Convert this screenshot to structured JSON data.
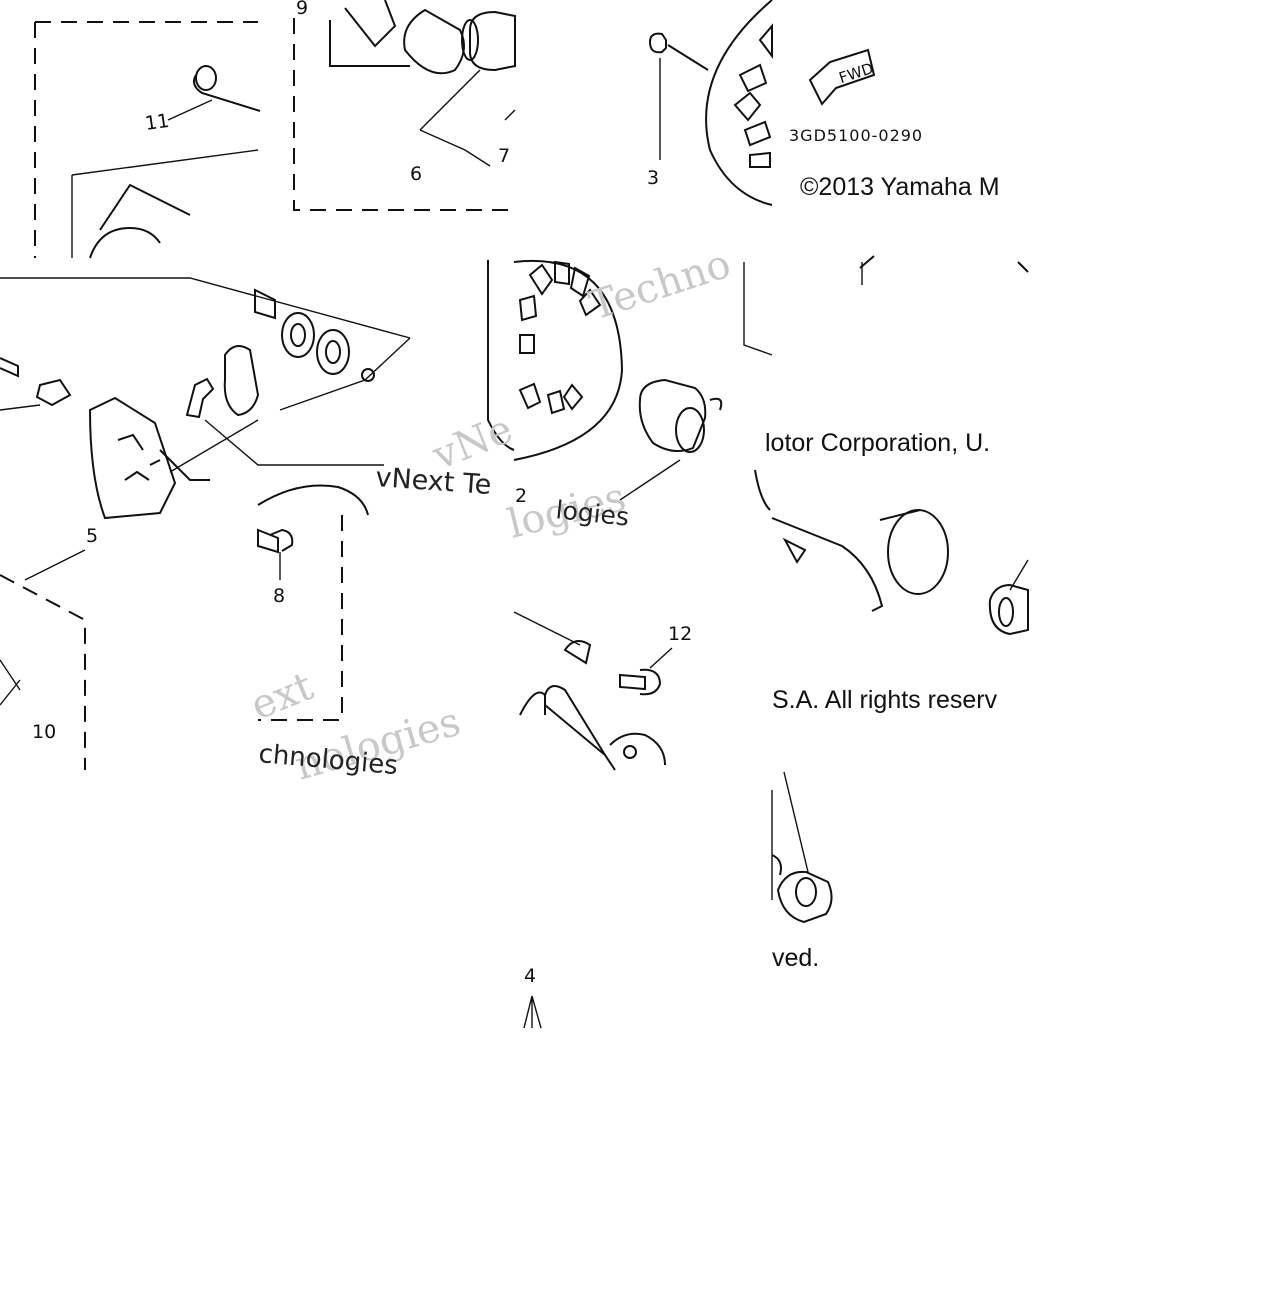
{
  "diagram": {
    "callouts": {
      "c2": "2",
      "c3": "3",
      "c4": "4",
      "c5": "5",
      "c6": "6",
      "c7": "7",
      "c8": "8",
      "c9": "9",
      "c10": "10",
      "c11": "11",
      "c12": "12"
    },
    "fwd_label": "FWD",
    "reference_code": "3GD5100-0290",
    "copyright_fragments": {
      "line1": "©2013 Yamaha M",
      "line2": "lotor Corporation, U.",
      "line3": "S.A. All rights reserv",
      "line4": "ved."
    },
    "watermark_fragments": {
      "w1": "vNext Te",
      "w2": "Techno",
      "w3": "logies",
      "w4": "ext",
      "w5": "nologies",
      "w6": "chnologies",
      "w7": "vNe"
    }
  }
}
